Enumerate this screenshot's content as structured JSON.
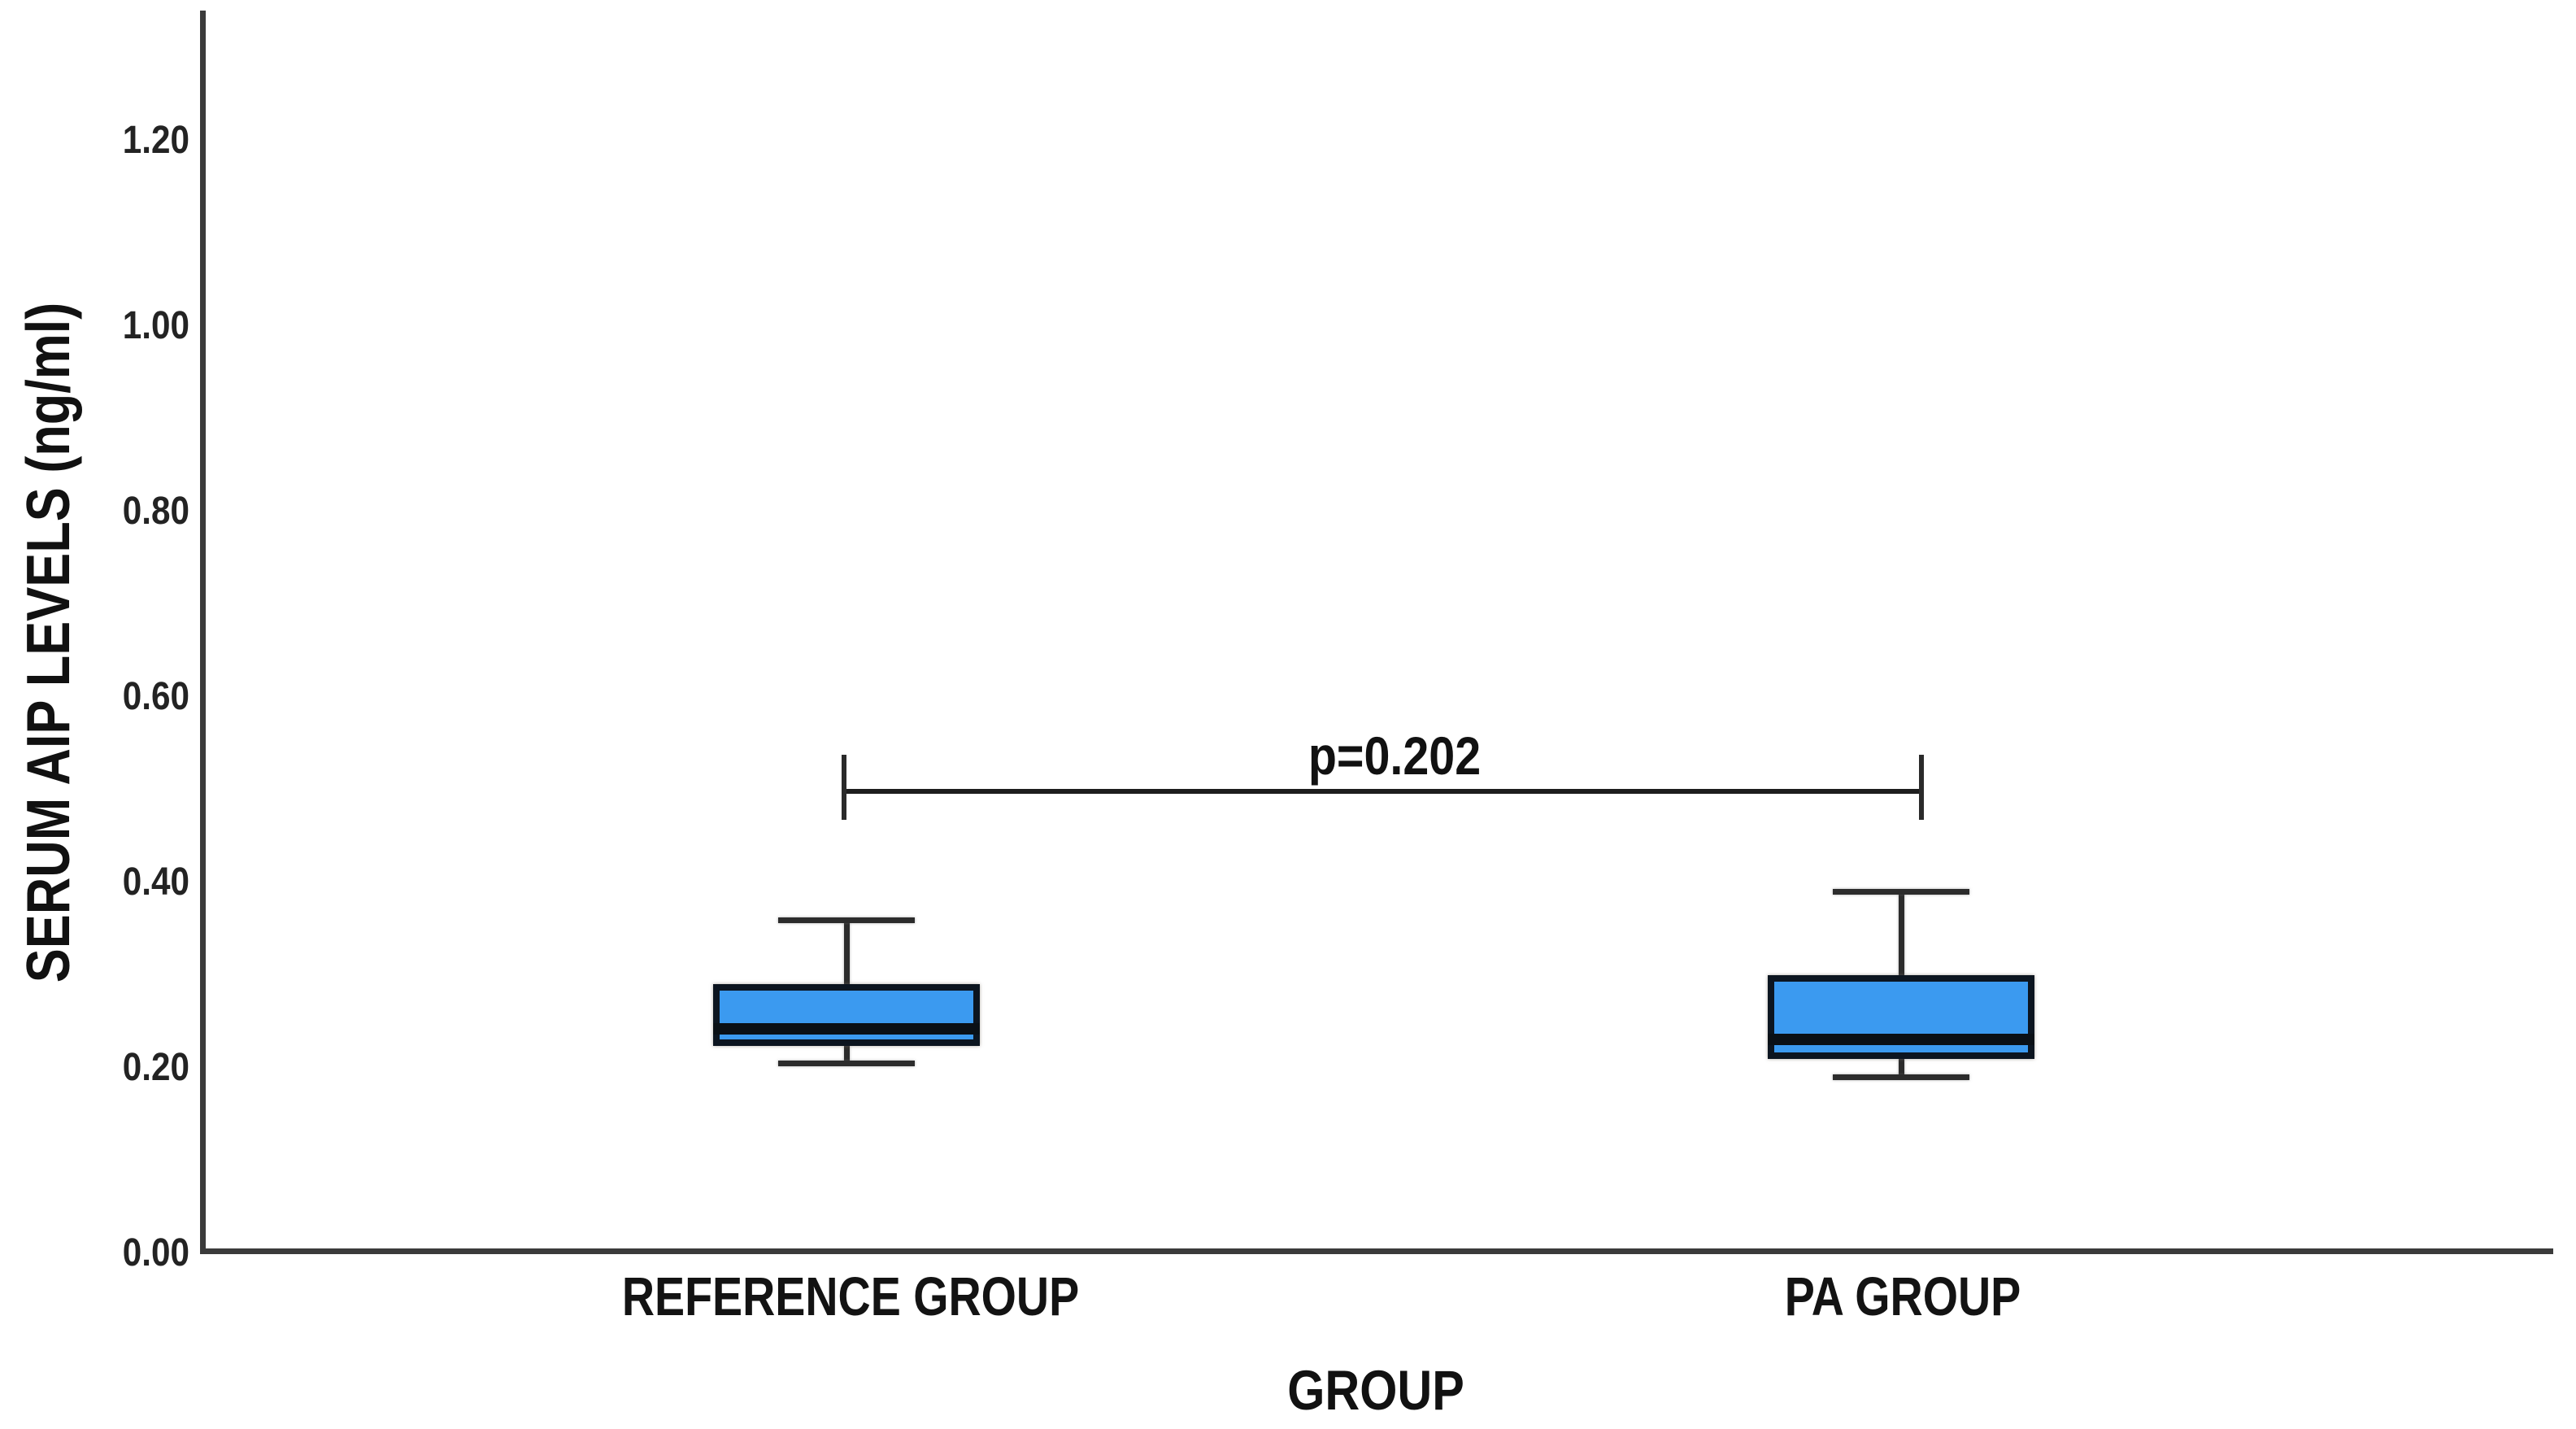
{
  "chart_data": {
    "type": "box",
    "title": "",
    "xlabel": "GROUP",
    "ylabel": "SERUM AIP LEVELS (ng/ml)",
    "categories": [
      "REFERENCE GROUP",
      "PA GROUP"
    ],
    "series": [
      {
        "name": "REFERENCE GROUP",
        "whisker_low": 0.205,
        "q1": 0.224,
        "median": 0.242,
        "q3": 0.29,
        "whisker_high": 0.36
      },
      {
        "name": "PA GROUP",
        "whisker_low": 0.19,
        "q1": 0.21,
        "median": 0.231,
        "q3": 0.3,
        "whisker_high": 0.39
      }
    ],
    "ylim": [
      0.0,
      1.34
    ],
    "yticks": [
      {
        "value": 0.0,
        "label": "0.00"
      },
      {
        "value": 0.2,
        "label": "0.20"
      },
      {
        "value": 0.4,
        "label": "0.40"
      },
      {
        "value": 0.6,
        "label": "0.60"
      },
      {
        "value": 0.8,
        "label": "0.80"
      },
      {
        "value": 1.0,
        "label": "1.00"
      },
      {
        "value": 1.2,
        "label": "1.20"
      }
    ],
    "grid": false,
    "legend": "none",
    "annotation": {
      "text": "p=0.202",
      "y_value": 0.498,
      "spans": [
        "REFERENCE GROUP",
        "PA GROUP"
      ]
    },
    "colors": {
      "box_fill": "#3b9af0",
      "box_border": "#0c1520",
      "median": "#0a1016",
      "whisker": "#2c2c2c",
      "axis": "#3b3b3b",
      "text": "#111111"
    }
  }
}
